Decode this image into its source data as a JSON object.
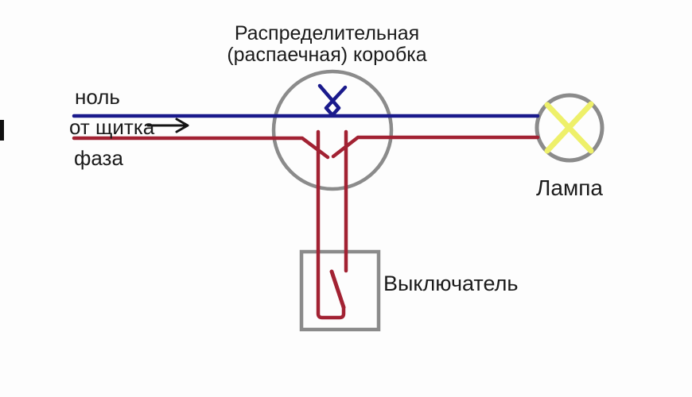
{
  "diagram": {
    "title": {
      "line1": "Распределительная",
      "line2": "(распаечная) коробка"
    },
    "feed": {
      "neutral_label": "ноль",
      "source_label": "от щитка",
      "phase_label": "фаза"
    },
    "lamp": {
      "label": "Лампа"
    },
    "switch": {
      "label": "Выключатель"
    },
    "colors": {
      "neutral_wire": "#1a1a8c",
      "phase_wire": "#a22233",
      "component_outline": "#8b8b8b",
      "lamp_glow": "#eef06a",
      "arrow": "#141414",
      "edge_mark": "#111111",
      "text": "#1b1b1b",
      "background": "#fdfdfd"
    }
  }
}
